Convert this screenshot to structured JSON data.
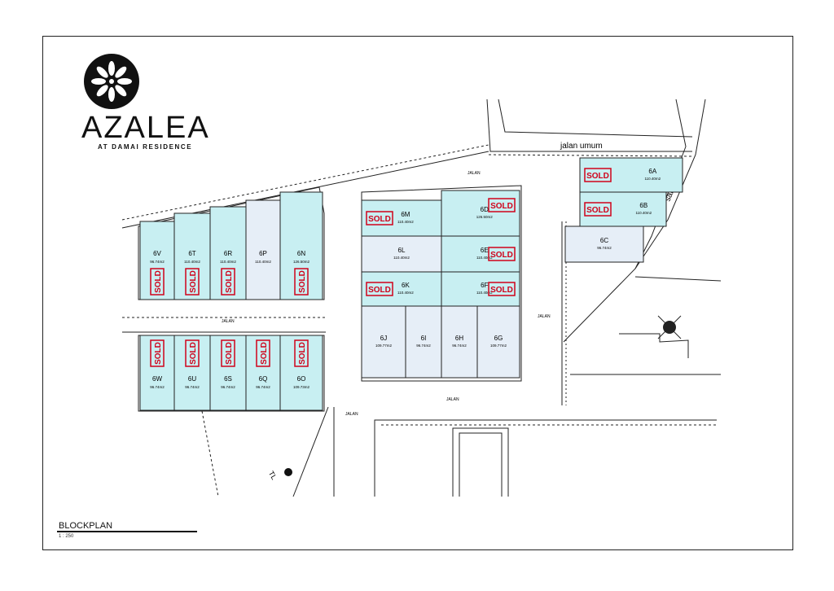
{
  "brand": {
    "name": "AZALEA",
    "subtitle": "AT DAMAI RESIDENCE"
  },
  "plan": {
    "title": "BLOCKPLAN",
    "scale": "1 : 250"
  },
  "labels": {
    "jalan_umum": "jalan umum",
    "saluran": "saluran",
    "jalan": "JALAN",
    "tl": "TL"
  },
  "sold_label": "SOLD",
  "colors": {
    "lot_fill": "#c8eff2",
    "lot_unsold_fill": "#e6eef7",
    "sold_red": "#d0021b",
    "line": "#222222"
  },
  "lots": [
    {
      "id": "6V",
      "area": "96.74m2",
      "sold": true
    },
    {
      "id": "6T",
      "area": "110.40m2",
      "sold": true
    },
    {
      "id": "6R",
      "area": "110.40m2",
      "sold": true
    },
    {
      "id": "6P",
      "area": "110.40m2",
      "sold": false
    },
    {
      "id": "6N",
      "area": "126.50m2",
      "sold": true
    },
    {
      "id": "6W",
      "area": "96.74m2",
      "sold": true
    },
    {
      "id": "6U",
      "area": "96.74m2",
      "sold": true
    },
    {
      "id": "6S",
      "area": "96.74m2",
      "sold": true
    },
    {
      "id": "6Q",
      "area": "96.74m2",
      "sold": true
    },
    {
      "id": "6O",
      "area": "109.73m2",
      "sold": true
    },
    {
      "id": "6M",
      "area": "110.40m2",
      "sold": true
    },
    {
      "id": "6L",
      "area": "110.40m2",
      "sold": false
    },
    {
      "id": "6K",
      "area": "110.40m2",
      "sold": true
    },
    {
      "id": "6D",
      "area": "126.50m2",
      "sold": true
    },
    {
      "id": "6E",
      "area": "110.40m2",
      "sold": true
    },
    {
      "id": "6F",
      "area": "110.40m2",
      "sold": true
    },
    {
      "id": "6J",
      "area": "109.77m2",
      "sold": false
    },
    {
      "id": "6I",
      "area": "96.74m2",
      "sold": false
    },
    {
      "id": "6H",
      "area": "96.74m2",
      "sold": false
    },
    {
      "id": "6G",
      "area": "109.77m2",
      "sold": false
    },
    {
      "id": "6A",
      "area": "110.40m2",
      "sold": true
    },
    {
      "id": "6B",
      "area": "110.40m2",
      "sold": true
    },
    {
      "id": "6C",
      "area": "96.74m2",
      "sold": false
    }
  ]
}
